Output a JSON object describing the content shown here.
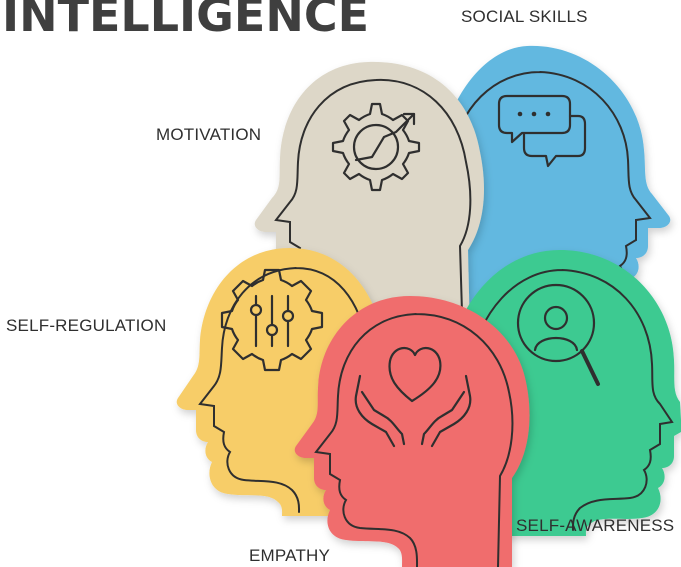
{
  "title": "INTELLIGENCE",
  "items": [
    {
      "label": "SOCIAL SKILLS",
      "icon": "speech-bubbles-icon",
      "color": "#62b8e0"
    },
    {
      "label": "MOTIVATION",
      "icon": "gear-arrow-icon",
      "color": "#ddd7c8"
    },
    {
      "label": "SELF-REGULATION",
      "icon": "gear-sliders-icon",
      "color": "#f7cd67"
    },
    {
      "label": "SELF-AWARENESS",
      "icon": "magnifier-person-icon",
      "color": "#3cca91"
    },
    {
      "label": "EMPATHY",
      "icon": "heart-hands-icon",
      "color": "#f06d6d"
    }
  ],
  "colors": {
    "outline": "#2f2f2f",
    "text": "#3f3f3f"
  }
}
